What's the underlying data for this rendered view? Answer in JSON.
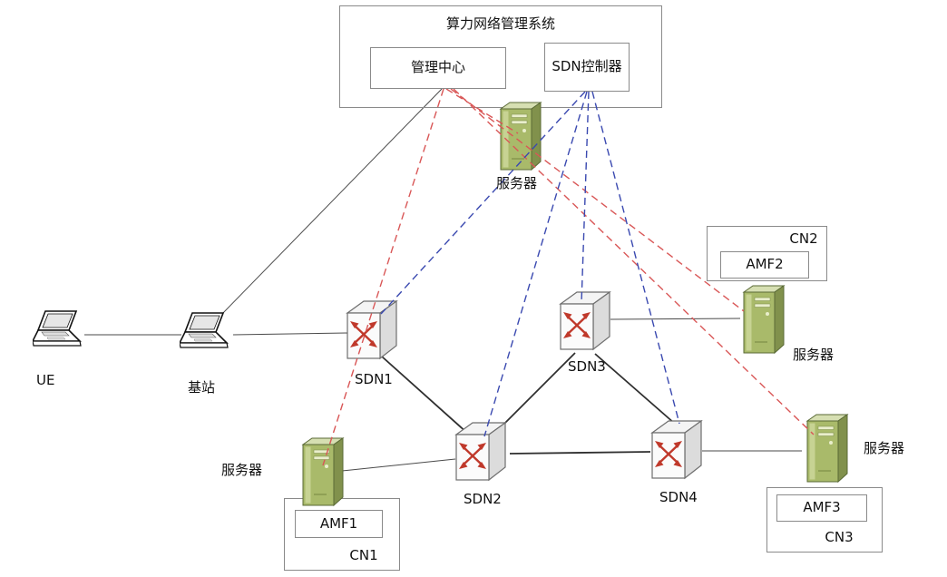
{
  "diagram": {
    "management_system": {
      "title": "算力网络管理系统",
      "management_center": "管理中心",
      "sdn_controller": "SDN控制器"
    },
    "nodes": {
      "ue": "UE",
      "base_station": "基站",
      "sdn1": "SDN1",
      "sdn2": "SDN2",
      "sdn3": "SDN3",
      "sdn4": "SDN4",
      "server_top": "服务器",
      "server_right_top": "服务器",
      "server_right_bottom": "服务器",
      "server_left_bottom": "服务器"
    },
    "core_networks": {
      "cn1": {
        "name": "CN1",
        "amf": "AMF1"
      },
      "cn2": {
        "name": "CN2",
        "amf": "AMF2"
      },
      "cn3": {
        "name": "CN3",
        "amf": "AMF3"
      }
    },
    "links": {
      "solid": [
        "UE—基站",
        "基站—SDN1",
        "基站—管理中心",
        "SDN1—SDN2",
        "SDN2—SDN3",
        "SDN2—SDN4",
        "SDN3—SDN4",
        "SDN3—服务器(右上)",
        "SDN4—服务器(右下)",
        "SDN2—服务器(左下)"
      ],
      "red_dashed": {
        "from": "管理中心",
        "to": [
          "服务器(中)",
          "服务器(左下)",
          "服务器(右上)",
          "服务器(右下)"
        ]
      },
      "blue_dashed": {
        "from": "SDN控制器",
        "to": [
          "SDN1",
          "SDN2",
          "SDN3",
          "SDN4"
        ]
      }
    },
    "colors": {
      "red_link": "#d95757",
      "blue_link": "#3a49b0",
      "solid_link": "#4a4a4a",
      "server_body": "#a9ba6a",
      "switch_arrow": "#c0392b",
      "box_border": "#8a8a8a"
    },
    "icons": [
      "laptop-icon",
      "switch-icon",
      "server-icon"
    ]
  }
}
